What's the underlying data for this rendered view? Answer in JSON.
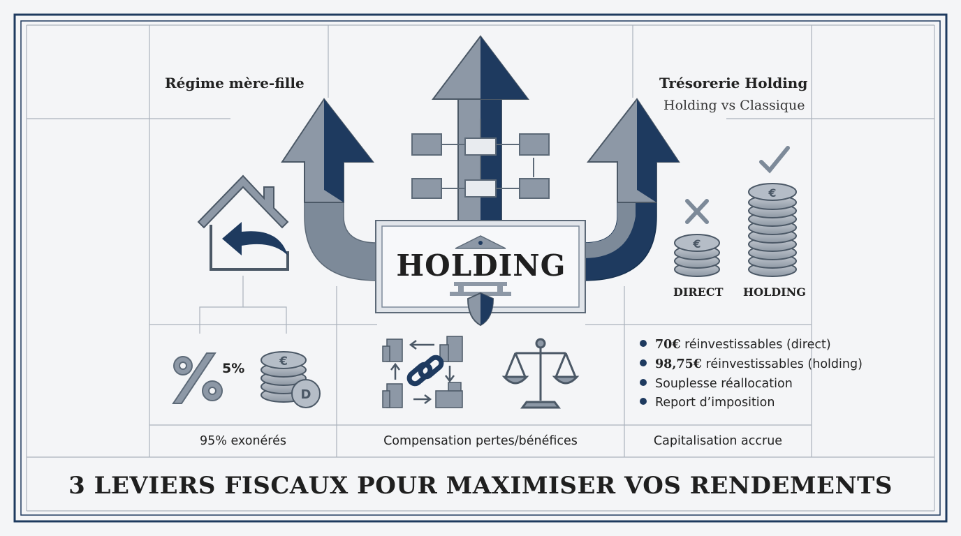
{
  "colors": {
    "navy": "#1e3a5f",
    "steel": "#7d8a99",
    "line": "#9aa4b0",
    "background": "#f4f5f7"
  },
  "levers": {
    "left": {
      "title": "Régime mère-fille",
      "percent_label": "5%",
      "caption": "95% exonérés"
    },
    "center": {
      "label": "HOLDING",
      "caption": "Compensation pertes/bénéfices"
    },
    "right": {
      "title": "Trésorerie Holding",
      "subtitle": "Holding vs Classique",
      "direct_label": "DIRECT",
      "holding_label": "HOLDING",
      "caption": "Capitalisation accrue",
      "bullets": [
        {
          "strong": "70€",
          "text": " réinvestissables (direct)"
        },
        {
          "strong": "98,75€",
          "text": " réinvestissables (holding)"
        },
        {
          "strong": "",
          "text": "Souplesse réallocation"
        },
        {
          "strong": "",
          "text": "Report d’imposition"
        }
      ]
    }
  },
  "main_title": "3 LEVIERS FISCAUX POUR MAXIMISER VOS RENDEMENTS",
  "icons": [
    "house-return-icon",
    "percent-icon",
    "coin-stack-icon",
    "link-chain-icon",
    "balance-scale-icon",
    "cross-icon",
    "check-icon",
    "org-chart-icon",
    "bank-icon",
    "shield-icon"
  ]
}
